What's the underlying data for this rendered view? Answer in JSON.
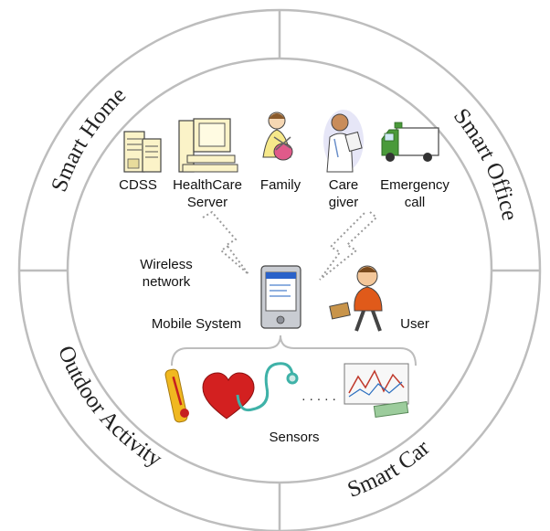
{
  "outer_labels": {
    "top_left": "Smart Home",
    "top_right": "Smart Office",
    "bottom_left": "Outdoor Activity",
    "bottom_right": "Smart Car"
  },
  "entities": {
    "cdss": "CDSS",
    "healthcare_server_line1": "HealthCare",
    "healthcare_server_line2": "Server",
    "family": "Family",
    "care_giver_line1": "Care",
    "care_giver_line2": "giver",
    "emergency_call_line1": "Emergency",
    "emergency_call_line2": "call"
  },
  "center": {
    "wireless_line1": "Wireless",
    "wireless_line2": "network",
    "mobile_system": "Mobile System",
    "user": "User",
    "dots": ". . . . .",
    "sensors": "Sensors"
  },
  "colors": {
    "ring": "#bdbdbd",
    "heart": "#d32020",
    "thermometer": "#f0b820",
    "stethoscope": "#3fb2a8",
    "truck": "#4a9a3a",
    "user_jacket": "#e05a1a"
  }
}
